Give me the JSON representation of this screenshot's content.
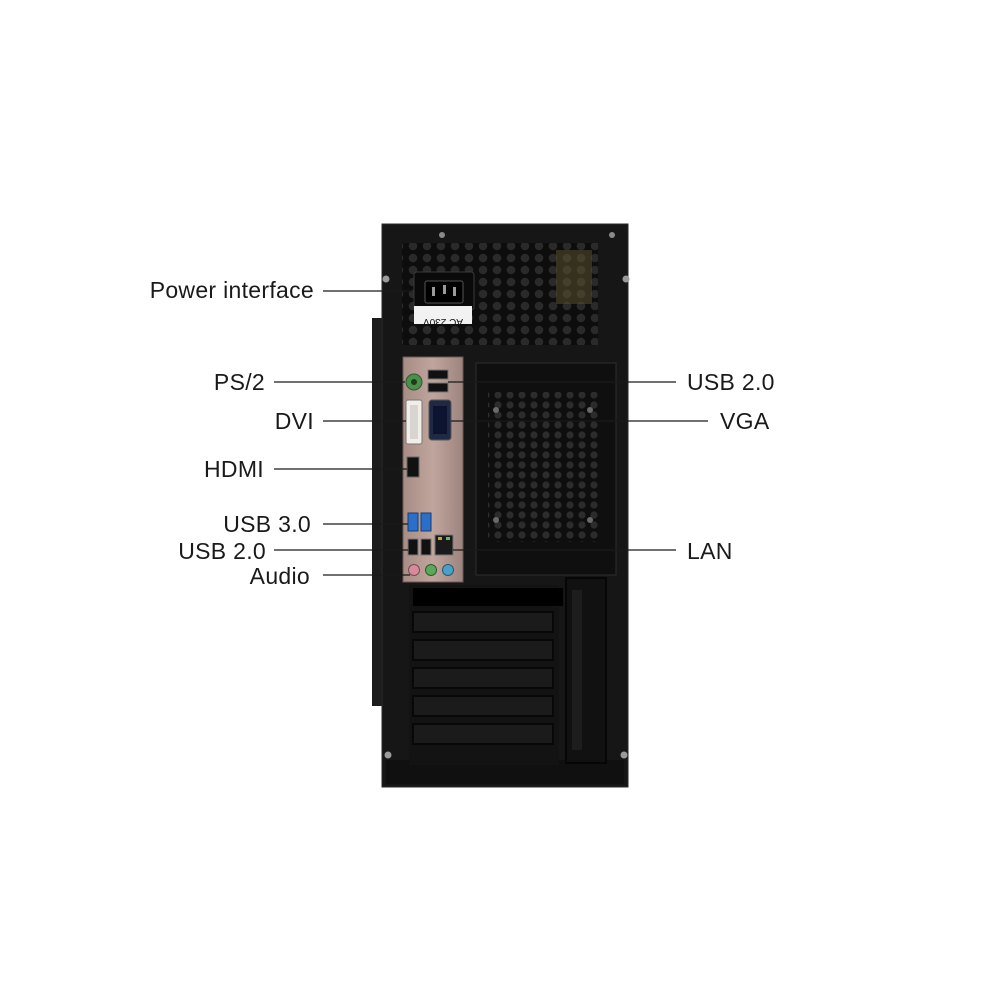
{
  "labels": {
    "power_interface": "Power interface",
    "ps2": "PS/2",
    "dvi": "DVI",
    "hdmi": "HDMI",
    "usb30": "USB 3.0",
    "usb20_left": "USB 2.0",
    "audio": "Audio",
    "usb20_right": "USB 2.0",
    "vga": "VGA",
    "lan": "LAN"
  },
  "psu_rating_label": "AC 230V",
  "colors": {
    "case": "#161616",
    "io_shield": "#b49a92",
    "ps2_port": "#4c8f4a",
    "usb30_port": "#2a6fc9",
    "audio_pink": "#d88a9a",
    "audio_green": "#5aa85a",
    "audio_blue": "#4aa0c8"
  }
}
